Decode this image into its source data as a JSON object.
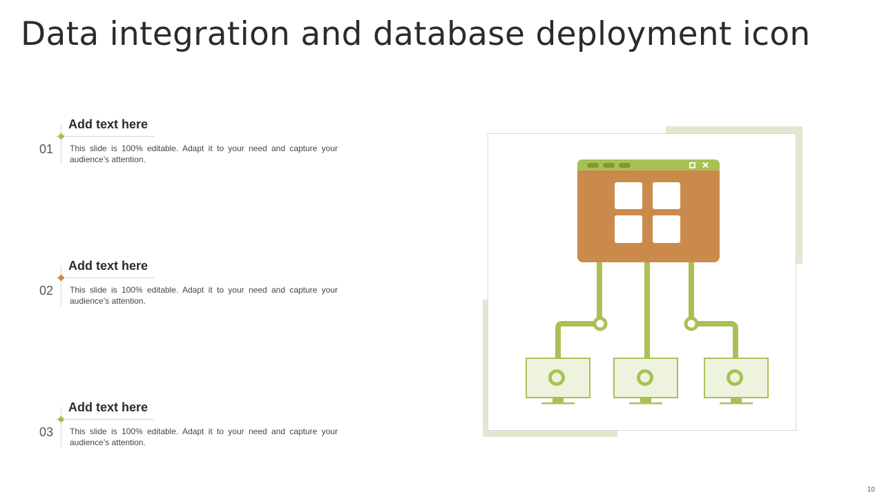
{
  "slide": {
    "title": "Data integration and database deployment icon",
    "page_number": "10"
  },
  "items": [
    {
      "number": "01",
      "heading": "Add text here",
      "text": "This slide is 100% editable. Adapt it to your need and capture your audience’s attention.",
      "accent": "#a4bd4e"
    },
    {
      "number": "02",
      "heading": "Add text here",
      "text": "This slide is 100% editable. Adapt it to your need and capture your audience’s attention.",
      "accent": "#c98a48"
    },
    {
      "number": "03",
      "heading": "Add text here",
      "text": "This slide is 100% editable. Adapt it to your need and capture your audience’s attention.",
      "accent": "#a4bd4e"
    }
  ],
  "colors": {
    "green": "#a9c154",
    "orange": "#cb8a4b",
    "light_green_fill": "#eef3df",
    "frame_shadow": "#e4e6cf",
    "frame_border": "#d6d6d6"
  },
  "icons": [
    "window-icon",
    "minimize-icon",
    "close-icon",
    "monitor-icon"
  ]
}
